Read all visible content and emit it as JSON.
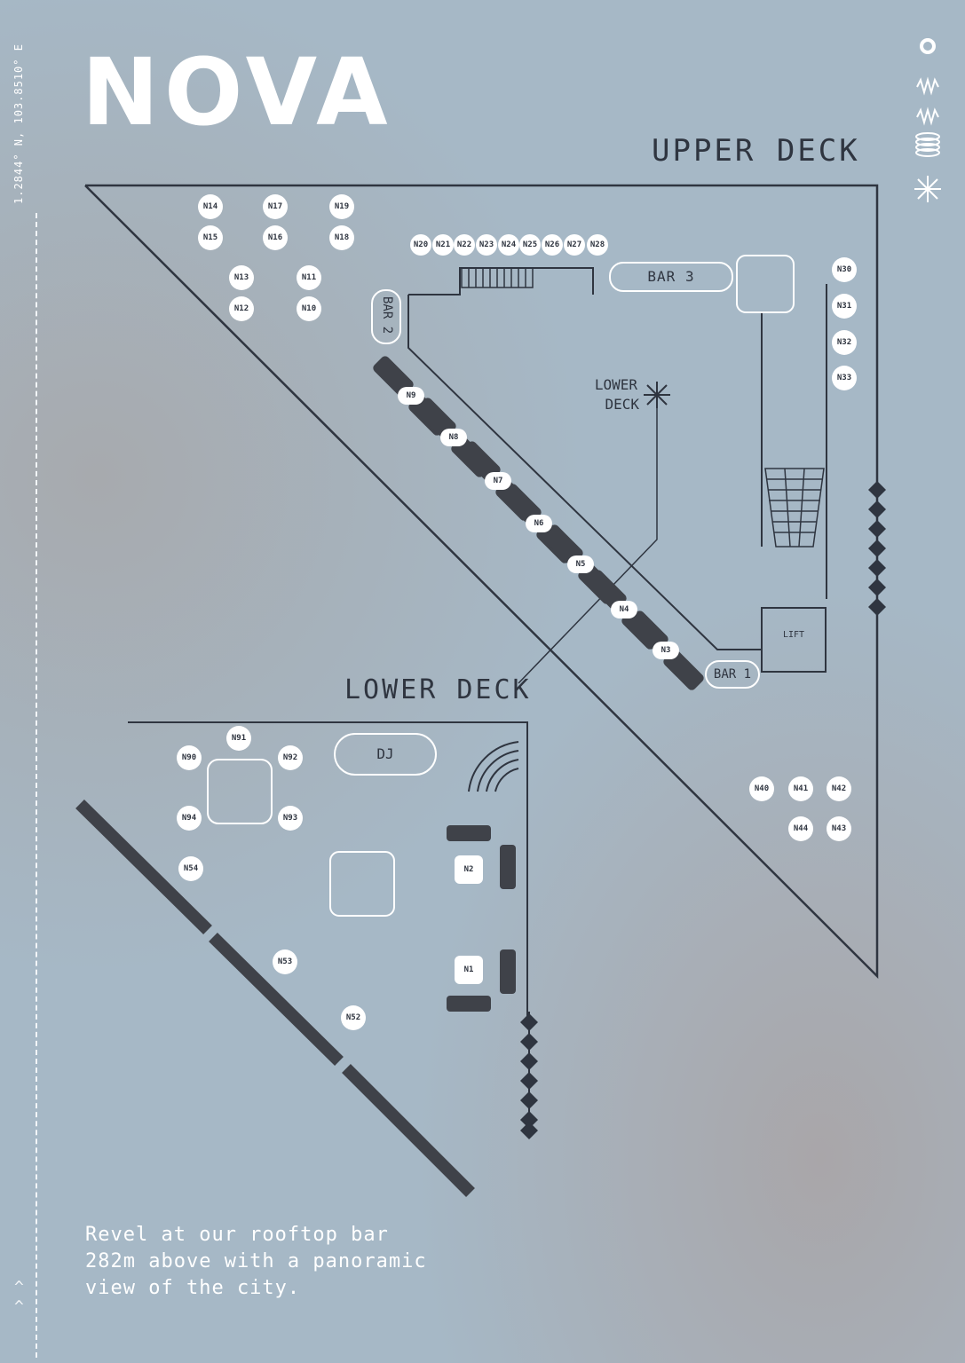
{
  "brand": "NOVA",
  "coordinates": "1.2844° N, 103.8510° E",
  "titles": {
    "upper_deck": "UPPER DECK",
    "lower_deck": "LOWER DECK",
    "lower_deck_pointer": "LOWER\nDECK"
  },
  "bars": {
    "bar1": "BAR 1",
    "bar2": "BAR 2",
    "bar3": "BAR 3",
    "dj": "DJ",
    "lift": "LIFT"
  },
  "tagline": "Revel at our rooftop bar\n282m above with a panoramic\nview of the city.",
  "colors": {
    "ink": "#2f3540",
    "dark_booth": "#3f4249",
    "seat": "#ffffff",
    "background": "#a6b8c6"
  },
  "tables": {
    "upper_grid": [
      "N14",
      "N17",
      "N19",
      "N15",
      "N16",
      "N18",
      "N13",
      "N11",
      "N12",
      "N10"
    ],
    "upper_row": [
      "N20",
      "N21",
      "N22",
      "N23",
      "N24",
      "N25",
      "N26",
      "N27",
      "N28"
    ],
    "right_column": [
      "N30",
      "N31",
      "N32",
      "N33"
    ],
    "booths": [
      "N9",
      "N8",
      "N7",
      "N6",
      "N5",
      "N4",
      "N3"
    ],
    "right_group": [
      "N40",
      "N41",
      "N42",
      "N44",
      "N43"
    ],
    "lower_cluster": [
      "N91",
      "N90",
      "N92",
      "N94",
      "N93"
    ],
    "lower_misc": [
      "N54",
      "N53",
      "N52"
    ],
    "lower_booths": [
      "N2",
      "N1"
    ]
  },
  "icons": [
    "ring-icon",
    "wave-icon",
    "coil-icon",
    "sparkle-icon",
    "arc-icon",
    "staircase-icon"
  ]
}
